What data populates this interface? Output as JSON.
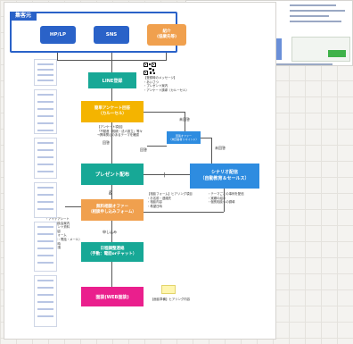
{
  "header": {
    "title": "集客元"
  },
  "sources": [
    {
      "label": "HP/LP"
    },
    {
      "label": "SNS"
    },
    {
      "label": "紹介\n(協業先等)"
    }
  ],
  "steps": {
    "line_register": "LINE登録",
    "survey": "簡単アンケート回答\n（カルーセル）",
    "present": "プレゼント配布",
    "scenario": "シナリオ配信\n（自動教育＆セールス）",
    "offer": "無料相談オファー\n（相談申し込みフォーム）",
    "schedule": "日程調整連絡\n（手動：電話orチャット）",
    "meeting": "面談(WEB面談)"
  },
  "labels": {
    "unanswered": "未回答",
    "answered_1": "回答",
    "answered_2": "回答",
    "plus": "＋",
    "amp": "＆",
    "apply": "申し込み"
  },
  "notes": {
    "line_note": "【登録時のメッセージ】\n・あいさつ\n・プレゼント案内\n・アンケート誘導（カルーセル）",
    "survey_note": "【アンケート項目】\n「不動産・相続・法人設立」等々\n→興味関心のあるテーマを確認",
    "reminder_box": "回答オファー\n（未回答者リマインド）",
    "offer_note": "【相談フォーム】ヒアリング項目\n・お名前・連絡先\n・相談内容\n・希望日時",
    "scenario_note": "・テーマごとの事例を配信\n・実績の紹介\n・個別相談への誘導",
    "left_note": "・アイデアシート\n・個別相談会案内\n・プレゼント資料\n・相談内容\n・申込フォーム\n（お名前・電話・メール）\n・希望日時\n・質問事項",
    "meeting_note": "【面談準備】ヒアリング内容"
  },
  "qr": {
    "name": "qr-code"
  },
  "colors": {
    "header": "#2a62c8",
    "step": "#17a896",
    "survey": "#f4b400",
    "scenario": "#2e8ce0",
    "offer": "#f0a04e",
    "meeting": "#ea1f8d"
  }
}
